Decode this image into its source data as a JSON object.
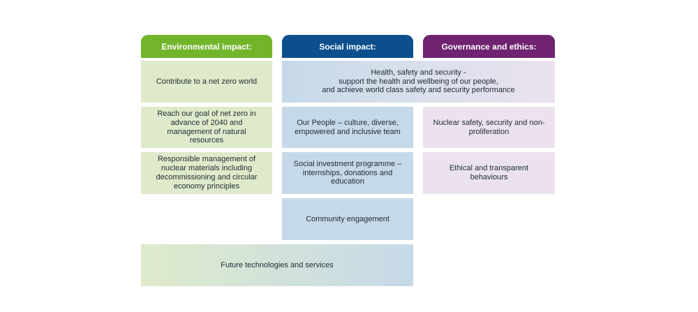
{
  "columns": {
    "environmental": {
      "header": "Environmental impact:",
      "color": "#72b52b"
    },
    "social": {
      "header": "Social impact:",
      "color": "#0b4f8c"
    },
    "governance": {
      "header": "Governance and ethics:",
      "color": "#6f2370"
    }
  },
  "boxes": {
    "net_zero_world": "Contribute to a net zero world",
    "health_safety": "Health, safety and security -\nsupport the health and wellbeing of our people,\nand achieve world class safety and security performance",
    "net_zero_goal": "Reach our goal of net zero in advance of 2040 and management of natural resources",
    "our_people": "Our People – culture, diverse, empowered and inclusive team",
    "nuclear_safety": "Nuclear safety, security and non-proliferation",
    "nuclear_materials": "Responsible management of nuclear materials including decommissioning and circular economy principles",
    "social_investment": "Social investment programme – internships, donations and education",
    "ethical": "Ethical and transparent behaviours",
    "community": "Community engagement",
    "future_tech": "Future technologies and services"
  }
}
